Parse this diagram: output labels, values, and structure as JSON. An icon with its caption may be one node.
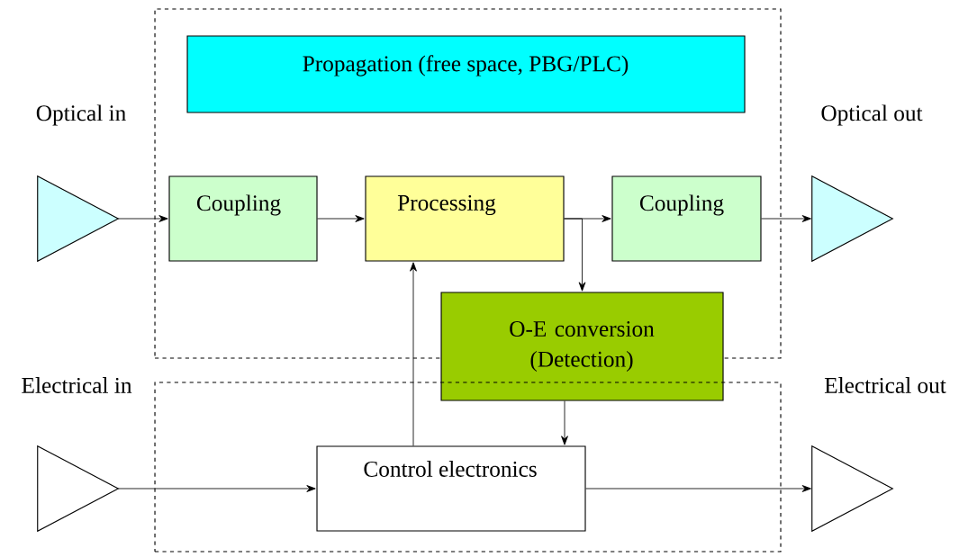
{
  "diagram": {
    "nodes": [
      {
        "text": [],
        "shape": "box"
      },
      {
        "text": [
          "Propagation (free space, PBG/PLC)"
        ],
        "in": 0
      },
      {
        "text": [
          "Optical in"
        ]
      },
      {
        "text": [
          "Coupling"
        ],
        "in": 0
      },
      {
        "text": [
          "Processing"
        ],
        "in": 0
      },
      {
        "text": [
          "Coupling"
        ],
        "in": 0
      },
      {
        "text": [
          "Optical out"
        ]
      },
      {
        "text": [
          "O-E conversion (Detection)"
        ]
      },
      {
        "text": [],
        "shape": "box"
      },
      {
        "text": [
          "Electrical in"
        ]
      },
      {
        "text": [
          "Control electronics"
        ],
        "in": 8
      },
      {
        "text": [
          "Electrical out"
        ]
      }
    ],
    "edges": [
      {
        "from": 2,
        "to": 3,
        "arrow": "to"
      },
      {
        "from": 3,
        "to": 4,
        "arrow": "to"
      },
      {
        "from": 4,
        "to": 5,
        "arrow": "to"
      },
      {
        "from": 4,
        "to": 7,
        "arrow": "to"
      },
      {
        "from": 5,
        "to": 6,
        "arrow": "to"
      },
      {
        "from": 7,
        "to": 10,
        "arrow": "to"
      },
      {
        "from": 10,
        "to": 4,
        "arrow": "to"
      },
      {
        "from": 9,
        "to": 10,
        "arrow": "to"
      },
      {
        "from": 10,
        "to": 11,
        "arrow": "to"
      }
    ]
  }
}
